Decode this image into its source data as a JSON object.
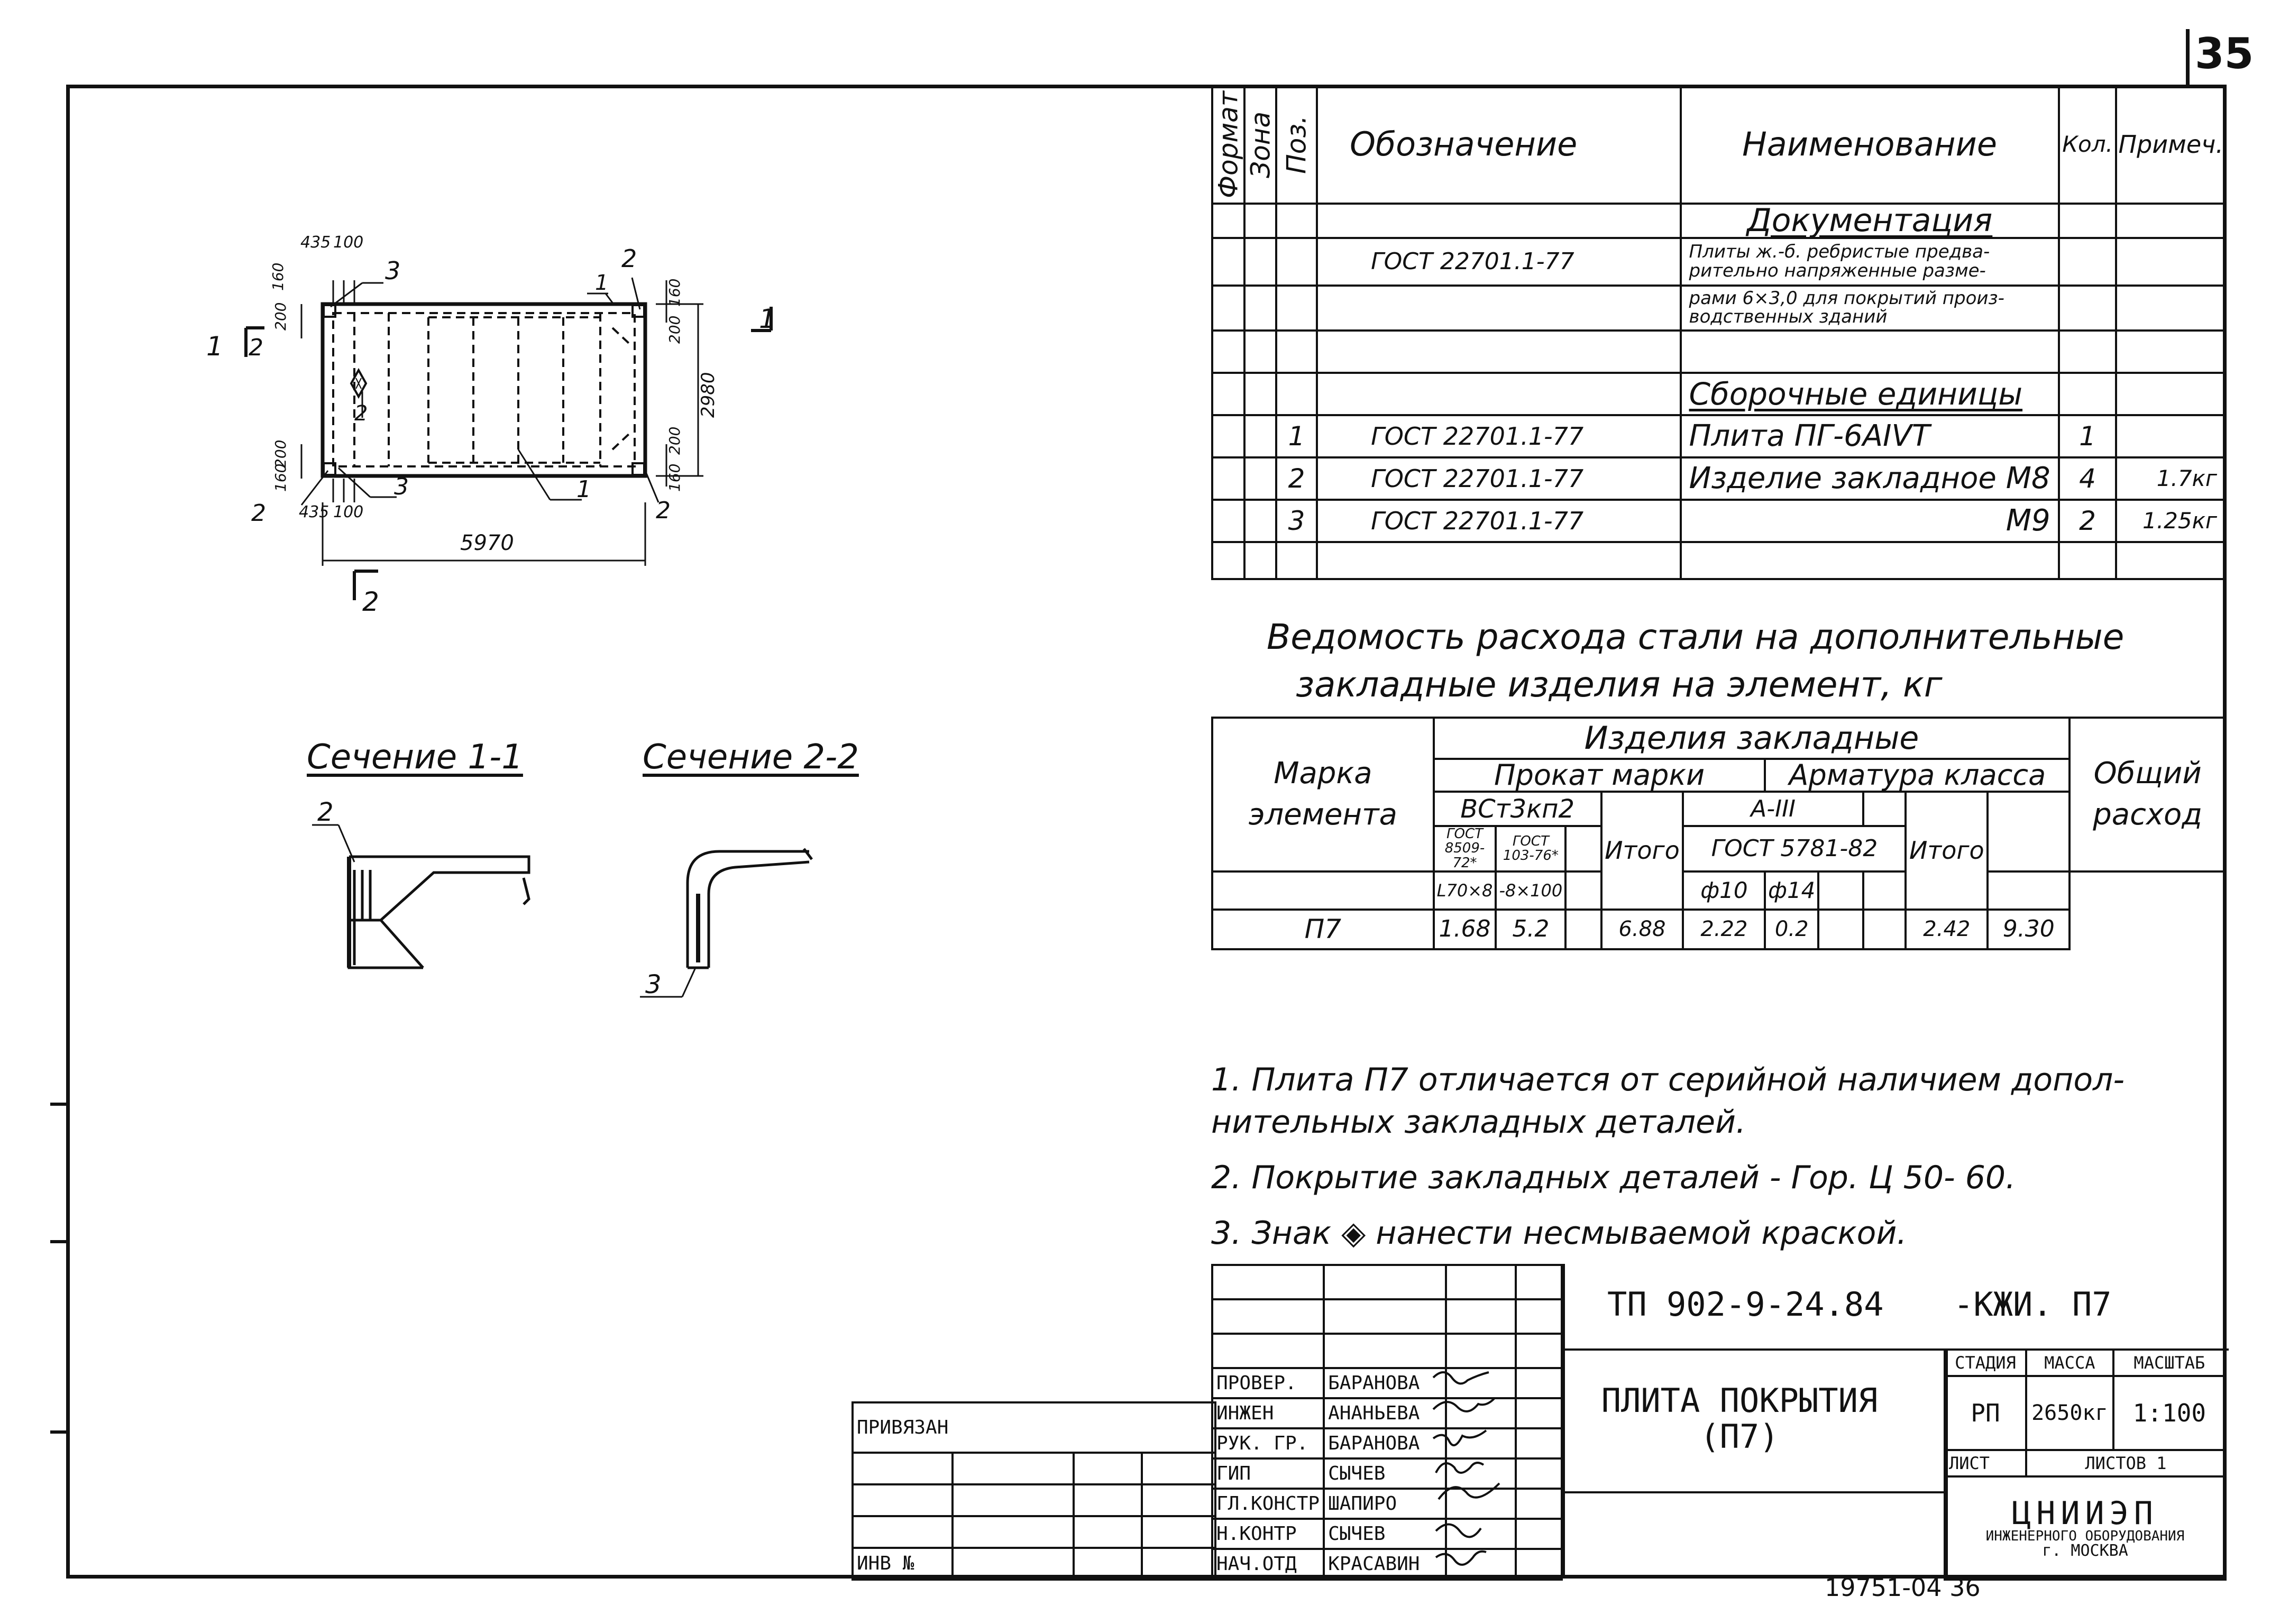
{
  "page": {
    "number": "35",
    "bottom_code": "19751-04 36"
  },
  "spec_table": {
    "headers": {
      "format": "Формат",
      "zone": "Зона",
      "pos": "Поз.",
      "designation": "Обозначение",
      "name": "Наименование",
      "qty": "Кол.",
      "note": "Примеч."
    },
    "section_docs": "Документация",
    "doc_row": {
      "designation": "ГОСТ 22701.1-77",
      "name_line1": "Плиты ж.-б. ребристые предва-",
      "name_line2": "рительно напряженные разме-",
      "name_line3": "рами 6×3,0 для покрытий произ-",
      "name_line4": "водственных зданий"
    },
    "section_assemblies": "Сборочные единицы",
    "rows": [
      {
        "pos": "1",
        "designation": "ГОСТ 22701.1-77",
        "name": "Плита  ПГ-6АIVТ",
        "qty": "1",
        "note": ""
      },
      {
        "pos": "2",
        "designation": "ГОСТ 22701.1-77",
        "name": "Изделие закладное  М8",
        "qty": "4",
        "note": "1.7кг"
      },
      {
        "pos": "3",
        "designation": "ГОСТ 22701.1-77",
        "name": "М9",
        "qty": "2",
        "note": "1.25кг"
      }
    ]
  },
  "plan_drawing": {
    "dims": {
      "d435_top": "435",
      "d100_top": "100",
      "d160_left": "160",
      "d200_left": "200",
      "d160_right": "160",
      "d200_right": "200",
      "d2980": "2980",
      "d200_bl": "200",
      "d160_bl": "160",
      "d200_br": "200",
      "d160_br": "160",
      "d435_bot": "435",
      "d100_bot": "100",
      "d5970": "5970"
    },
    "labels": {
      "l2a": "2",
      "l3a": "3",
      "l2b": "2",
      "l1a": "1",
      "l1b": "1",
      "l2c": "2",
      "l2d": "2",
      "l3b": "3",
      "l1c": "1",
      "l2e": "2",
      "cut1_left": "1",
      "cut1_right": "1",
      "cut2_bottom": "2"
    }
  },
  "sections": {
    "s11_title": "Сечение 1-1",
    "s22_title": "Сечение 2-2",
    "s11_label": "2",
    "s22_label": "3"
  },
  "steel_table": {
    "title_line1": "Ведомость расхода стали на дополнительные",
    "title_line2": "закладные изделия на элемент, кг",
    "h_items": "Изделия  закладные",
    "h_rolled": "Прокат  марки",
    "h_rebar": "Арматура  класса",
    "h_mark": "Марка элемента",
    "h_steel": "ВСт3кп2",
    "h_class": "А-III",
    "h_gost1": "ГОСТ 8509-72*",
    "h_gost2": "ГОСТ 103-76*",
    "h_gost3": "ГОСТ 5781-82",
    "h_total1": "Итого",
    "h_total2": "Итого",
    "h_overall_1": "Общий",
    "h_overall_2": "расход",
    "h_prof1": "L70×8",
    "h_prof2": "-8×100",
    "h_d10": "ф10",
    "h_d14": "ф14",
    "row": {
      "mark": "П7",
      "v1": "1.68",
      "v2": "5.2",
      "v3": "",
      "total1": "6.88",
      "v4": "2.22",
      "v5": "0.2",
      "v6": "",
      "total2": "2.42",
      "overall": "9.30"
    }
  },
  "notes": [
    "1.  Плита  П7  отличается  от серийной наличием  допол-",
    "     нительных  закладных  деталей.",
    "2.  Покрытие  закладных  деталей  - Гор. Ц 50- 60.",
    "3.  Знак ◈ нанести  несмываемой  краской."
  ],
  "title_block": {
    "designation": "ТП 902-9-24.84",
    "designation_suffix": "-КЖИ. П7",
    "sheet_name_1": "ПЛИТА  ПОКРЫТИЯ",
    "sheet_name_2": "(П7)",
    "stage_h": "СТАДИЯ",
    "mass_h": "МАССА",
    "scale_h": "МАСШТАБ",
    "stage": "РП",
    "mass": "2650кг",
    "scale": "1:100",
    "sheet_h": "ЛИСТ",
    "sheets_h": "ЛИСТОВ 1",
    "org_1": "ЦНИИЭП",
    "org_2": "ИНЖЕНЕРНОГО ОБОРУДОВАНИЯ",
    "org_3": "г. МОСКВА",
    "binding": "ПРИВЯЗАН",
    "inv": "ИНВ №",
    "roles": [
      {
        "role": "ПРОВЕР.",
        "name": "БАРАНОВА"
      },
      {
        "role": "ИНЖЕН",
        "name": "АНАНЬЕВА"
      },
      {
        "role": "РУК. ГР.",
        "name": "БАРАНОВА"
      },
      {
        "role": "ГИП",
        "name": "СЫЧЕВ"
      },
      {
        "role": "ГЛ.КОНСТР",
        "name": "ШАПИРО"
      },
      {
        "role": "Н.КОНТР",
        "name": "СЫЧЕВ"
      },
      {
        "role": "НАЧ.ОТД",
        "name": "КРАСАВИН"
      }
    ]
  }
}
